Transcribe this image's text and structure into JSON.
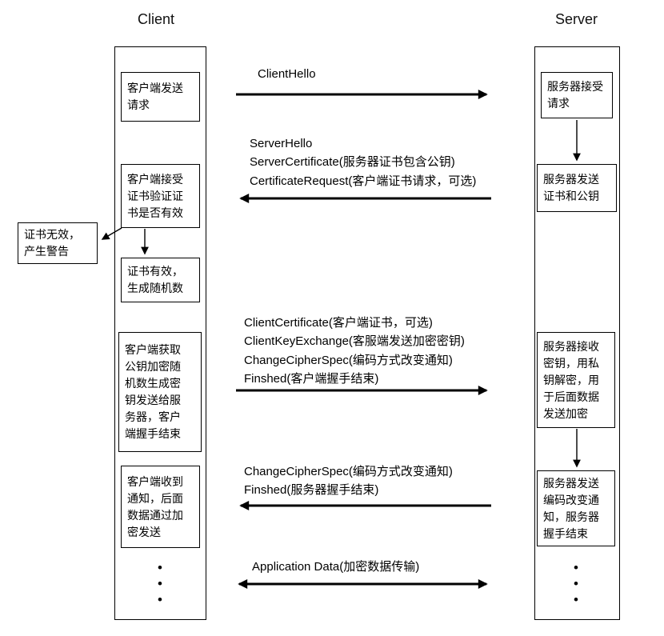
{
  "titles": {
    "client": "Client",
    "server": "Server"
  },
  "client": {
    "boxes": [
      {
        "text": "客户端发送\n请求"
      },
      {
        "text": "客户端接受\n证书验证证\n书是否有效"
      },
      {
        "text": "证书有效，\n生成随机数"
      },
      {
        "text": "客户端获取\n公钥加密随\n机数生成密\n钥发送给服\n务器，客户\n端握手结束"
      },
      {
        "text": "客户端收到\n通知，后面\n数据通过加\n密发送"
      }
    ],
    "ellipsis": "•\n•\n•"
  },
  "server": {
    "boxes": [
      {
        "text": "服务器接受\n请求"
      },
      {
        "text": "服务器发送\n证书和公钥"
      },
      {
        "text": "服务器接收\n密钥，用私\n钥解密，用\n于后面数据\n发送加密"
      },
      {
        "text": "服务器发送\n编码改变通\n知，服务器\n握手结束"
      }
    ],
    "ellipsis": "•\n•\n•"
  },
  "warning_box": {
    "text": "证书无效，\n产生警告"
  },
  "messages": [
    {
      "lines": "ClientHello",
      "direction": "right"
    },
    {
      "lines": "ServerHello\nServerCertificate(服务器证书包含公钥)\nCertificateRequest(客户端证书请求，可选)",
      "direction": "left"
    },
    {
      "lines": "ClientCertificate(客户端证书，可选)\nClientKeyExchange(客服端发送加密密钥)\nChangeCipherSpec(编码方式改变通知)\nFinshed(客户端握手结束)",
      "direction": "right"
    },
    {
      "lines": "ChangeCipherSpec(编码方式改变通知)\nFinshed(服务器握手结束)",
      "direction": "left"
    },
    {
      "lines": "Application Data(加密数据传输)",
      "direction": "both"
    }
  ]
}
